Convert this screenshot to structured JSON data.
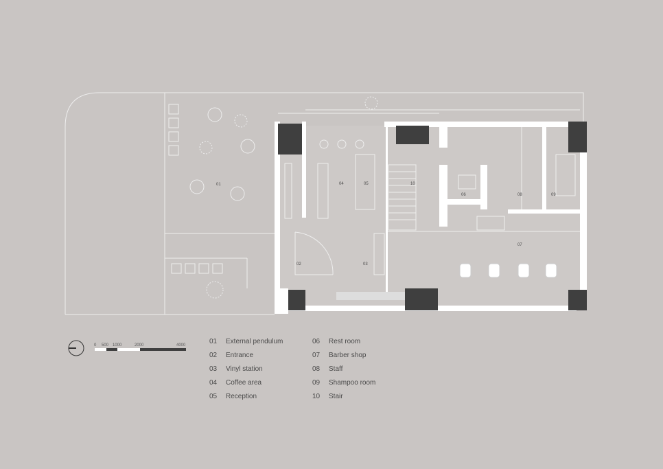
{
  "rooms": [
    {
      "num": "01",
      "name": "External pendulum"
    },
    {
      "num": "02",
      "name": "Entrance"
    },
    {
      "num": "03",
      "name": "Vinyl station"
    },
    {
      "num": "04",
      "name": "Coffee area"
    },
    {
      "num": "05",
      "name": "Reception"
    },
    {
      "num": "06",
      "name": "Rest room"
    },
    {
      "num": "07",
      "name": "Barber shop"
    },
    {
      "num": "08",
      "name": "Staff"
    },
    {
      "num": "09",
      "name": "Shampoo room"
    },
    {
      "num": "10",
      "name": "Stair"
    }
  ],
  "scale_bar": {
    "ticks": [
      "0",
      "500",
      "1000",
      "2000",
      "4000"
    ]
  },
  "colors": {
    "background": "#c9c5c3",
    "wall": "#ffffff",
    "column": "#3f3f3f",
    "line": "#eeeeee"
  }
}
